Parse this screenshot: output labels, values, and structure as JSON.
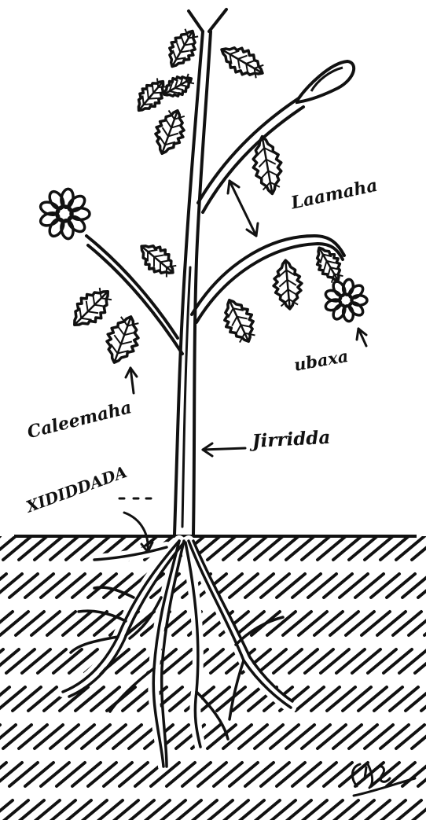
{
  "diagram": {
    "labels": {
      "leaves_top": "Laamaha",
      "flower": "ubaxa",
      "leaves": "Caleemaha",
      "stem": "Jirridda",
      "roots": "XIDIDDADA"
    },
    "signature": "Cibse"
  },
  "colors": {
    "ink": "#111111",
    "background": "#ffffff"
  }
}
